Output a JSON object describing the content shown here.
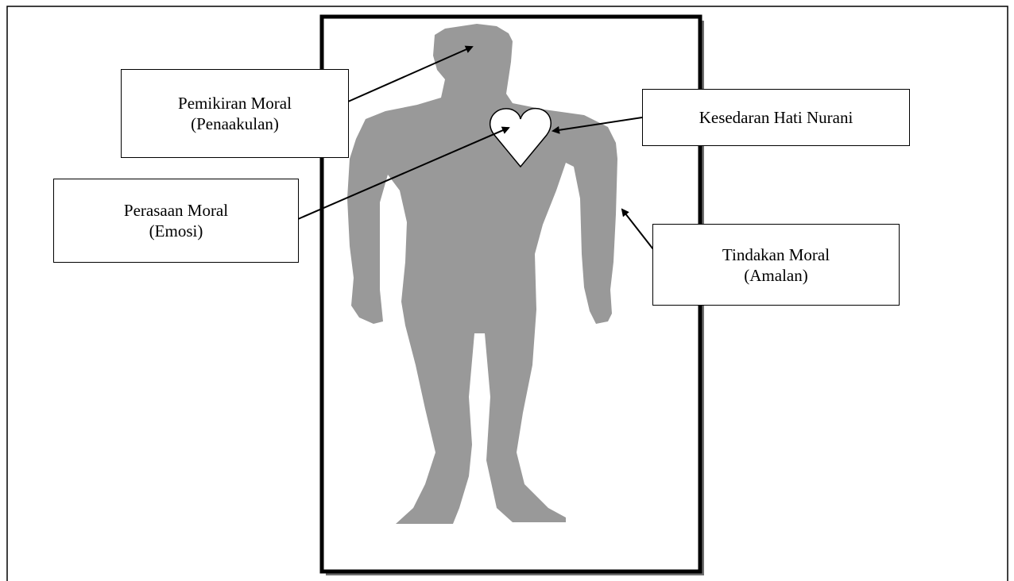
{
  "labels": {
    "thinking": {
      "line1": "Pemikiran Moral",
      "line2": "(Penaakulan)"
    },
    "conscience": {
      "line1": "Kesedaran Hati Nurani"
    },
    "feeling": {
      "line1": "Perasaan Moral",
      "line2": "(Emosi)"
    },
    "action": {
      "line1": "Tindakan Moral",
      "line2": "(Amalan)"
    }
  },
  "colors": {
    "silhouette": "#999999",
    "frame": "#000000",
    "heart_fill": "#ffffff",
    "heart_stroke": "#000000"
  },
  "icons": {
    "figure": "human-silhouette",
    "heart": "heart-icon"
  }
}
